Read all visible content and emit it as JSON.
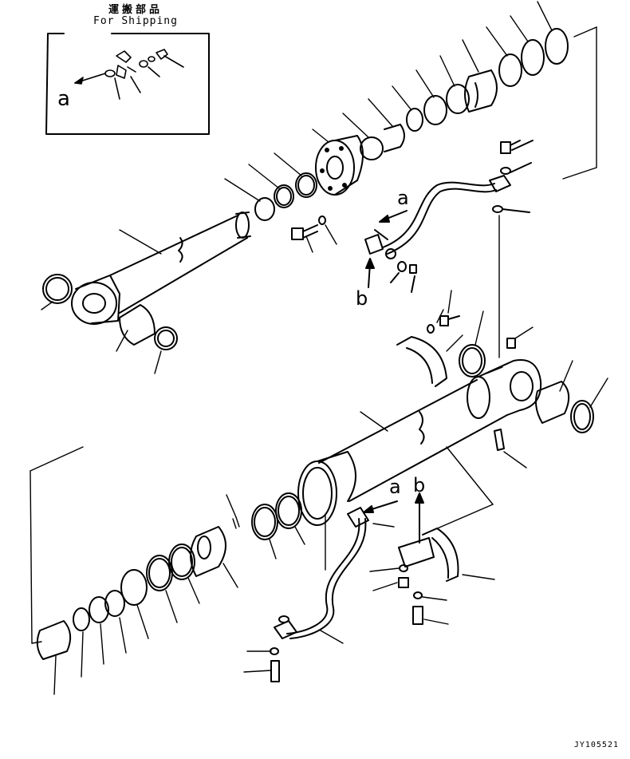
{
  "header": {
    "japanese": "運搬部品",
    "english": "For Shipping"
  },
  "labels": {
    "a": "a",
    "b": "b"
  },
  "drawing_code": "JY105521"
}
